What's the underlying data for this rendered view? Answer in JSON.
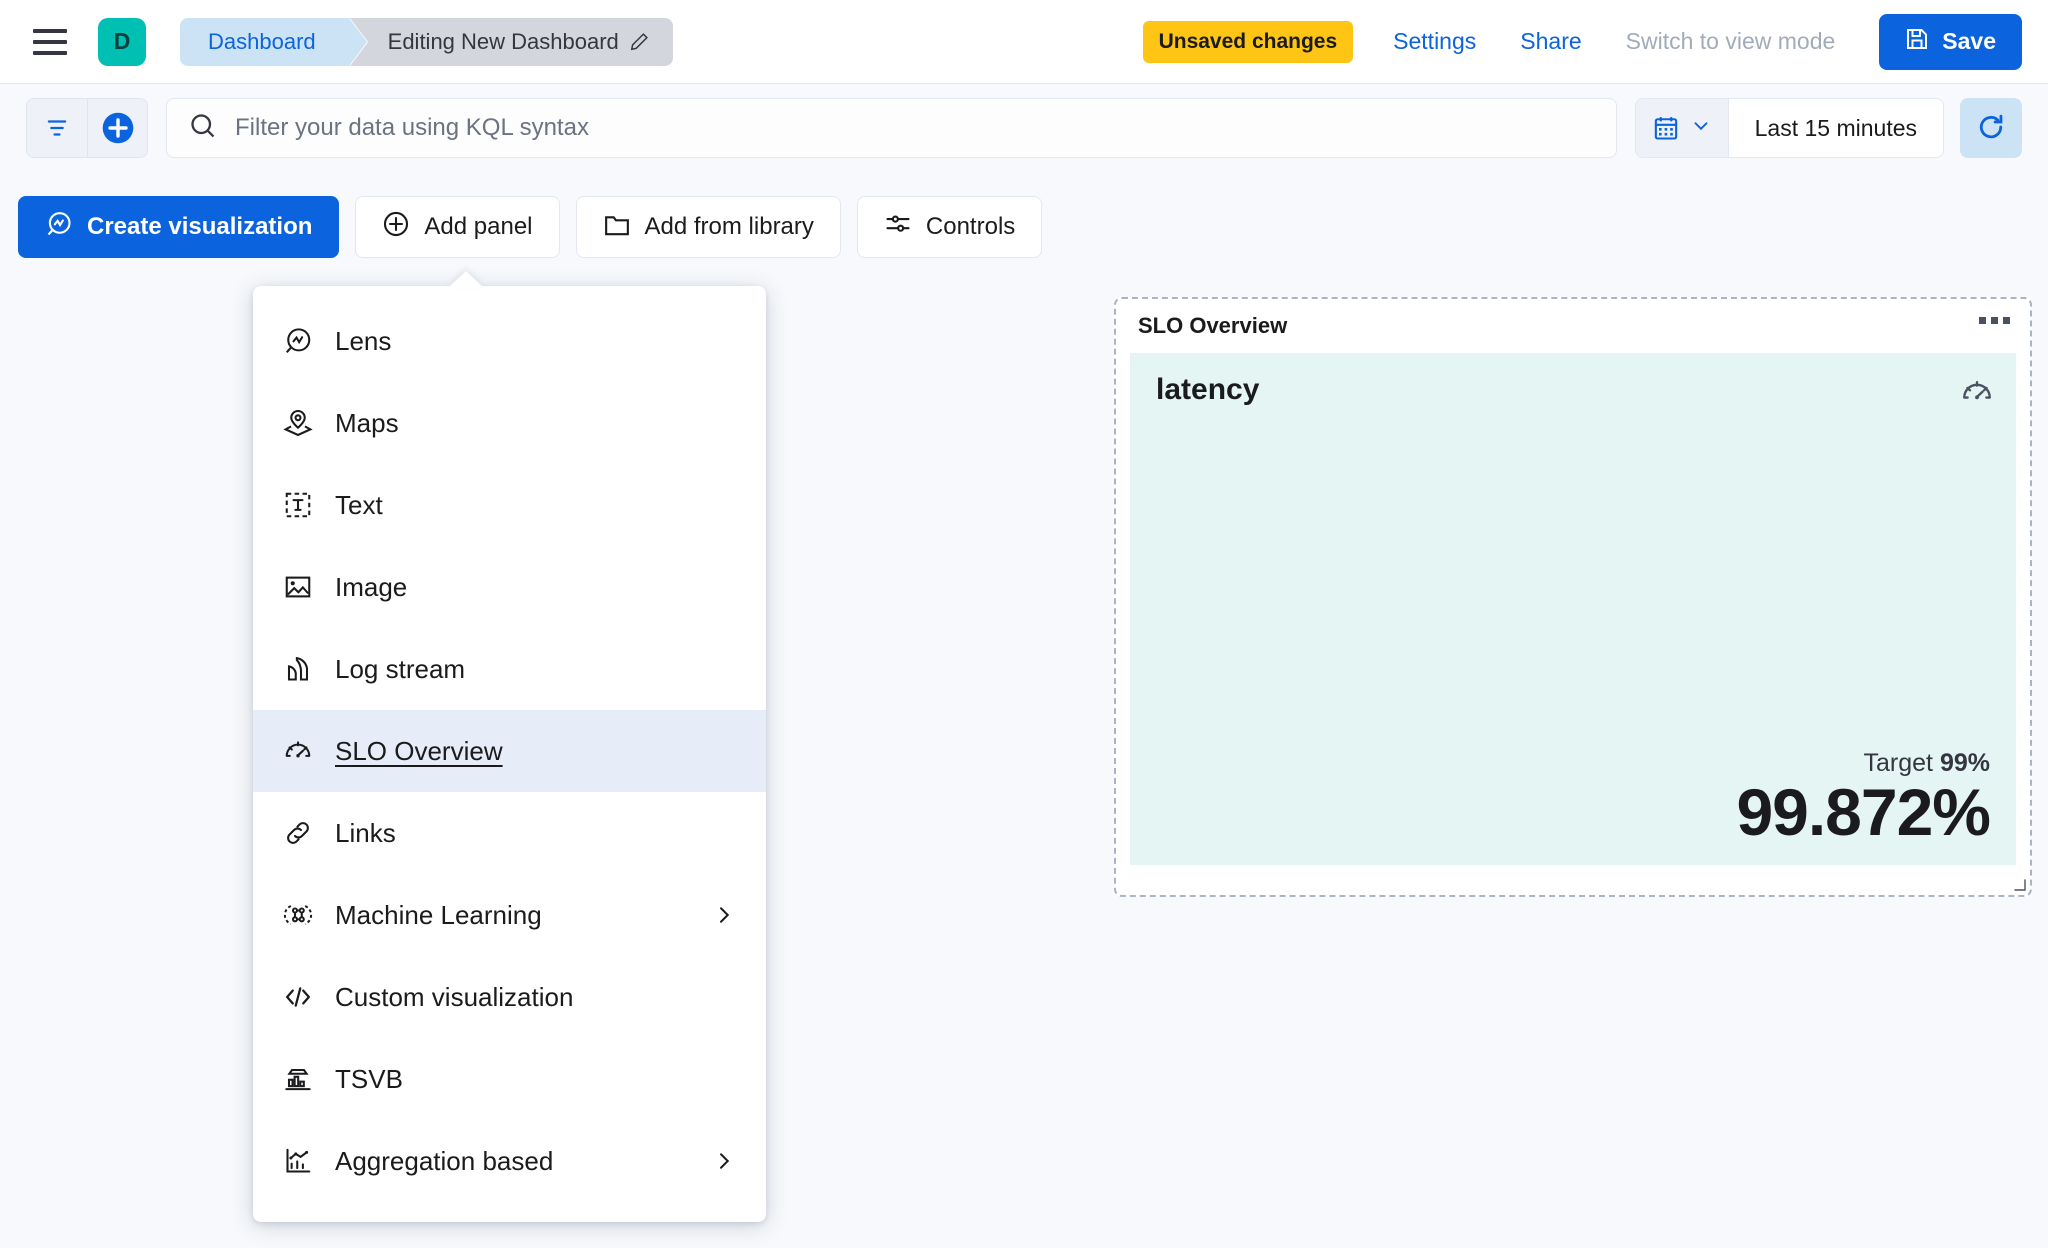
{
  "header": {
    "menu_icon": "hamburger-menu-icon",
    "space_initial": "D",
    "breadcrumbs": [
      {
        "label": "Dashboard",
        "active": false
      },
      {
        "label": "Editing New Dashboard",
        "active": true,
        "icon": "pencil-icon"
      }
    ],
    "unsaved_badge": "Unsaved changes",
    "settings_label": "Settings",
    "share_label": "Share",
    "view_mode_label": "Switch to view mode",
    "save_label": "Save",
    "save_icon": "save-disk-icon",
    "accent_color": "#0b64dd",
    "warning_color": "#fec514",
    "space_color": "#00bfb3"
  },
  "querybar": {
    "filter_icon": "filter-icon",
    "add_filter_icon": "plus-circle-icon",
    "search_icon": "search-icon",
    "placeholder": "Filter your data using KQL syntax",
    "value": "",
    "calendar_icon": "calendar-icon",
    "chevron_icon": "chevron-down-icon",
    "time_range": "Last 15 minutes",
    "refresh_icon": "refresh-icon"
  },
  "toolbar": {
    "buttons": [
      {
        "label": "Create visualization",
        "icon": "lens-icon",
        "primary": true
      },
      {
        "label": "Add panel",
        "icon": "plus-circle-icon",
        "primary": false
      },
      {
        "label": "Add from library",
        "icon": "folder-icon",
        "primary": false
      },
      {
        "label": "Controls",
        "icon": "controls-sliders-icon",
        "primary": false
      }
    ]
  },
  "add_panel_menu": {
    "items": [
      {
        "label": "Lens",
        "icon": "lens-icon",
        "submenu": false,
        "selected": false
      },
      {
        "label": "Maps",
        "icon": "maps-pin-icon",
        "submenu": false,
        "selected": false
      },
      {
        "label": "Text",
        "icon": "text-box-icon",
        "submenu": false,
        "selected": false
      },
      {
        "label": "Image",
        "icon": "image-icon",
        "submenu": false,
        "selected": false
      },
      {
        "label": "Log stream",
        "icon": "log-stream-icon",
        "submenu": false,
        "selected": false
      },
      {
        "label": "SLO Overview",
        "icon": "gauge-icon",
        "submenu": false,
        "selected": true
      },
      {
        "label": "Links",
        "icon": "link-chain-icon",
        "submenu": false,
        "selected": false
      },
      {
        "label": "Machine Learning",
        "icon": "machine-learning-icon",
        "submenu": true,
        "selected": false
      },
      {
        "label": "Custom visualization",
        "icon": "code-brackets-icon",
        "submenu": false,
        "selected": false
      },
      {
        "label": "TSVB",
        "icon": "tsvb-chart-icon",
        "submenu": false,
        "selected": false
      },
      {
        "label": "Aggregation based",
        "icon": "aggregation-chart-icon",
        "submenu": true,
        "selected": false
      }
    ]
  },
  "slo_panel": {
    "panel_title": "SLO Overview",
    "context_menu_icon": "panel-options-icon",
    "metric_name": "latency",
    "gauge_icon": "gauge-icon",
    "target_label": "Target",
    "target_value": "99%",
    "sli_value": "99.872%",
    "background_color": "#e4f5f3",
    "resize_handle_icon": "resize-handle-icon"
  }
}
